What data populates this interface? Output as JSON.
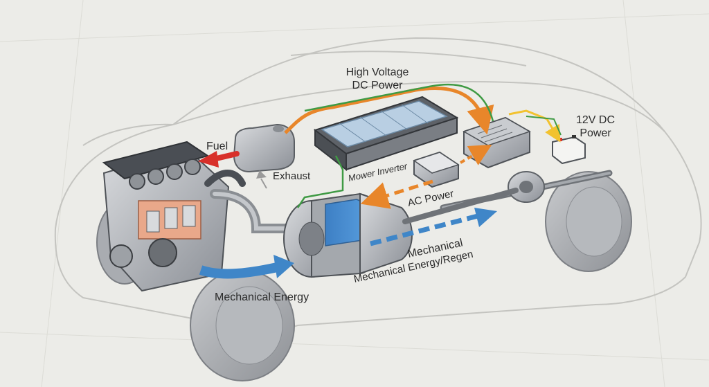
{
  "labels": {
    "high_voltage_line1": "High Voltage",
    "high_voltage_line2": "DC Power",
    "dc12_line1": "12V DC",
    "dc12_line2": "Power",
    "fuel": "Fuel",
    "exhaust": "Exhaust",
    "inverter": "Mower Inverter",
    "ac_power": "AC Power",
    "mechanical": "Mechanical",
    "mechanical_regen": "Mechanical Energy/Regen",
    "mechanical_energy": "Mechanical Energy"
  },
  "colors": {
    "high_voltage": "#e8862a",
    "ac_power": "#e8862a",
    "low_voltage": "#f2c230",
    "control": "#3f9a44",
    "fuel": "#d8302a",
    "mechanical": "#3f86c8",
    "exhaust": "#9a9a9a",
    "background": "#ecece8"
  }
}
